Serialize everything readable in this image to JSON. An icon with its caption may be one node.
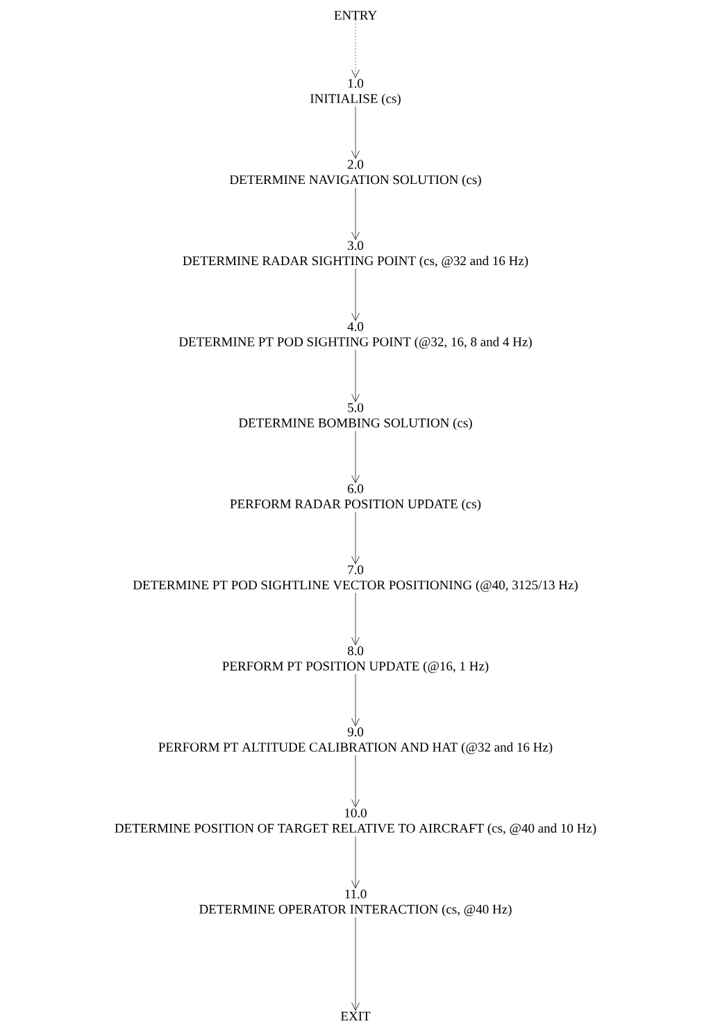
{
  "diagram": {
    "nodes": [
      {
        "text": [
          "ENTRY"
        ]
      },
      {
        "text": [
          "1.0",
          "INITIALISE (cs)"
        ]
      },
      {
        "text": [
          "2.0",
          "DETERMINE NAVIGATION SOLUTION (cs)"
        ]
      },
      {
        "text": [
          "3.0",
          "DETERMINE RADAR SIGHTING POINT (cs, @32 and 16 Hz)"
        ]
      },
      {
        "text": [
          "4.0",
          "DETERMINE PT POD SIGHTING POINT (@32, 16, 8 and 4 Hz)"
        ]
      },
      {
        "text": [
          "5.0",
          "DETERMINE BOMBING SOLUTION (cs)"
        ]
      },
      {
        "text": [
          "6.0",
          "PERFORM RADAR POSITION UPDATE (cs)"
        ]
      },
      {
        "text": [
          "7.0",
          "DETERMINE PT POD SIGHTLINE VECTOR POSITIONING (@40, 3125/13 Hz)"
        ]
      },
      {
        "text": [
          "8.0",
          "PERFORM PT POSITION UPDATE (@16, 1 Hz)"
        ]
      },
      {
        "text": [
          "9.0",
          "PERFORM PT ALTITUDE CALIBRATION AND HAT (@32 and 16 Hz)"
        ]
      },
      {
        "text": [
          "10.0",
          "DETERMINE POSITION OF TARGET RELATIVE TO AIRCRAFT (cs, @40 and 10 Hz)"
        ]
      },
      {
        "text": [
          "11.0",
          "DETERMINE OPERATOR INTERACTION (cs, @40 Hz)"
        ]
      },
      {
        "text": [
          "EXIT"
        ]
      }
    ],
    "edges": [
      {
        "from": 0,
        "to": 1,
        "arrow": "to",
        "style": "dashed"
      },
      {
        "from": 1,
        "to": 2,
        "arrow": "to"
      },
      {
        "from": 2,
        "to": 3,
        "arrow": "to"
      },
      {
        "from": 3,
        "to": 4,
        "arrow": "to"
      },
      {
        "from": 4,
        "to": 5,
        "arrow": "to"
      },
      {
        "from": 5,
        "to": 6,
        "arrow": "to"
      },
      {
        "from": 6,
        "to": 7,
        "arrow": "to"
      },
      {
        "from": 7,
        "to": 8,
        "arrow": "to"
      },
      {
        "from": 8,
        "to": 9,
        "arrow": "to"
      },
      {
        "from": 9,
        "to": 10,
        "arrow": "to"
      },
      {
        "from": 10,
        "to": 11,
        "arrow": "to"
      },
      {
        "from": 11,
        "to": 12,
        "arrow": "to"
      }
    ]
  }
}
